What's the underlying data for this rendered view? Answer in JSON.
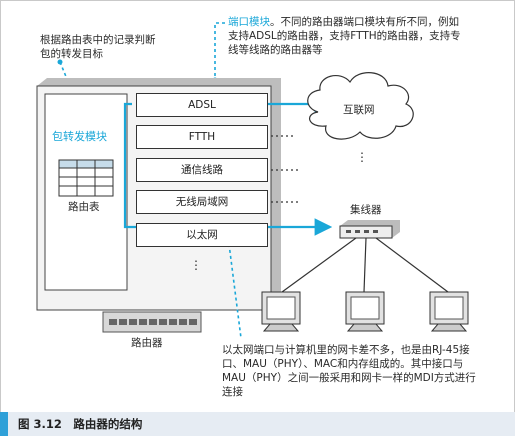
{
  "annotations": {
    "routing_table_note": [
      "根据路由表中的记录判断",
      "包的转发目标"
    ],
    "port_module_title": "端口模块",
    "port_module_note": [
      "。不同的路由器端口模块有所不同，例如",
      "支持ADSL的路由器，支持FTTH的路由器，支持专",
      "线等线路的路由器等"
    ],
    "ethernet_note": [
      "以太网端口与计算机里的网卡差不多，也是由RJ-45接",
      "口、MAU（PHY）、MAC和内存组成的。其中接口与",
      "MAU（PHY）之间一般采用和网卡一样的MDI方式进行",
      "连接"
    ]
  },
  "router": {
    "forwarding_module": "包转发模块",
    "routing_table": "路由表",
    "label": "路由器",
    "ports": [
      "ADSL",
      "FTTH",
      "通信线路",
      "无线局域网",
      "以太网"
    ],
    "more_ports": "⋮"
  },
  "network": {
    "internet": "互联网",
    "more": "⋮",
    "hub": "集线器"
  },
  "caption": "图 3.12　路由器的结构",
  "colors": {
    "accent": "#1aa7d8",
    "caption_bg": "#e6ecf3",
    "caption_mark": "#2fa0d8"
  }
}
